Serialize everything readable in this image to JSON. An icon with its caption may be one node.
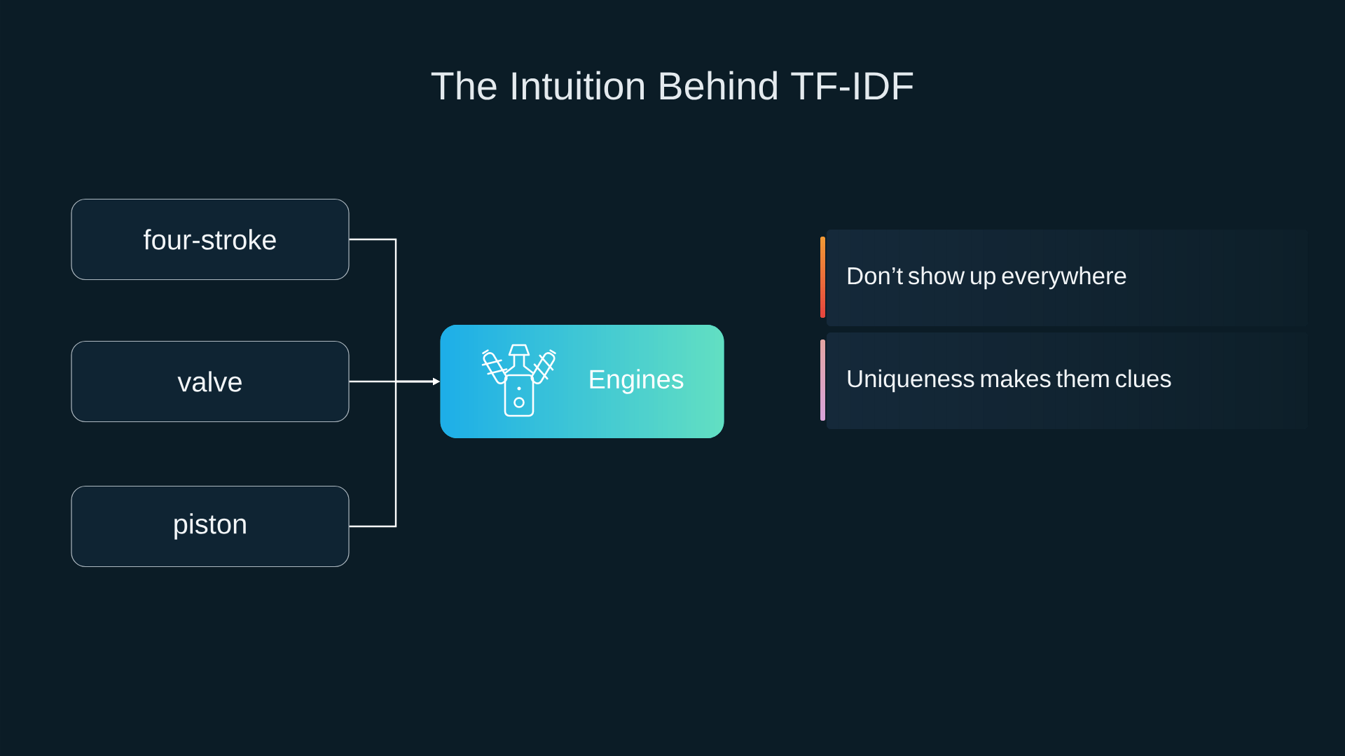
{
  "diagram": {
    "title": "The Intuition Behind TF-IDF",
    "nodes": [
      {
        "text": [
          "four-stroke"
        ]
      },
      {
        "text": [
          "valve"
        ]
      },
      {
        "text": [
          "piston"
        ]
      },
      {
        "text": [
          "Engines"
        ]
      },
      {
        "text": [
          "Don’t show up everywhere"
        ]
      },
      {
        "text": [
          "Uniqueness makes them clues"
        ]
      }
    ],
    "edges": [
      {
        "from": 0,
        "to": 3,
        "arrow": "to"
      },
      {
        "from": 1,
        "to": 3,
        "arrow": "to"
      },
      {
        "from": 2,
        "to": 3,
        "arrow": "to"
      }
    ]
  }
}
